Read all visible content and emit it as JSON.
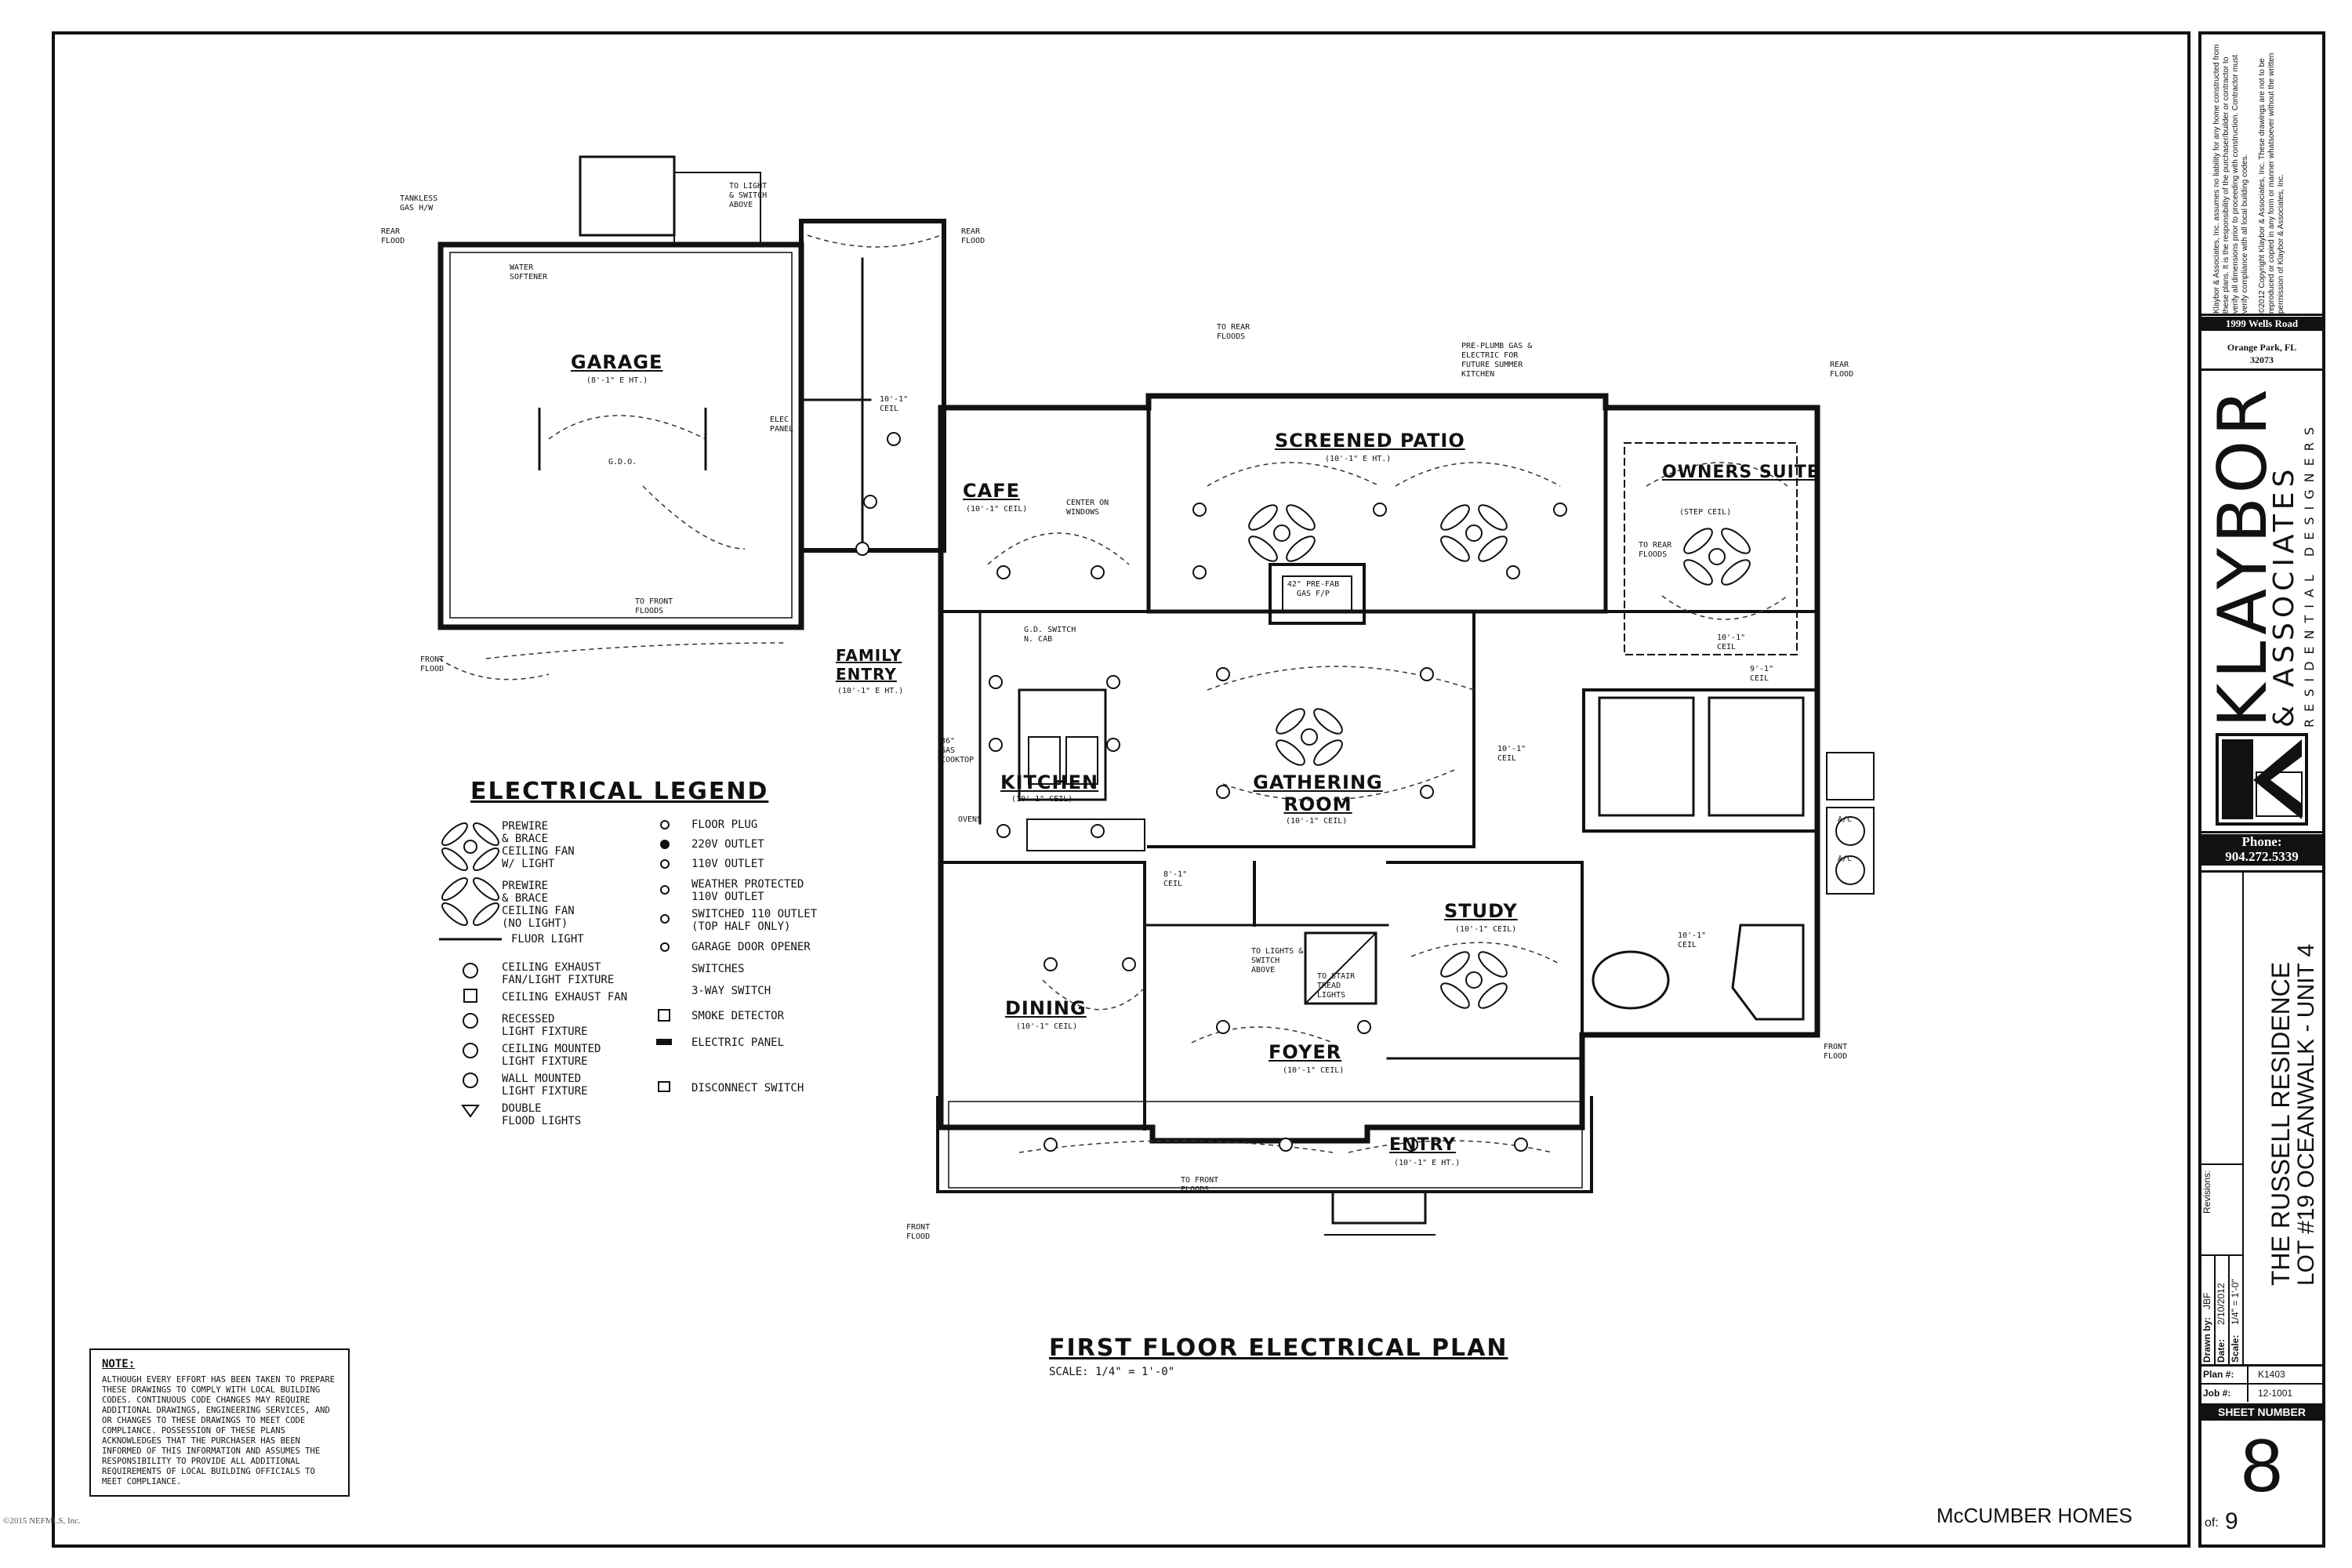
{
  "plan": {
    "title": "FIRST FLOOR ELECTRICAL PLAN",
    "scale": "SCALE: 1/4\" = 1'-0\"",
    "rooms": [
      {
        "name": "GARAGE",
        "sub": "(8'-1\" E HT.)"
      },
      {
        "name": "SCREENED PATIO",
        "sub": "(10'-1\" E HT.)"
      },
      {
        "name": "OWNERS SUITE",
        "sub": "(STEP CEIL)"
      },
      {
        "name": "CAFE",
        "sub": "(10'-1\" CEIL)"
      },
      {
        "name": "FAMILY ENTRY",
        "sub": "(10'-1\" E HT.)"
      },
      {
        "name": "KITCHEN",
        "sub": "(10'-1\" CEIL)"
      },
      {
        "name": "GATHERING ROOM",
        "sub": "(10'-1\" CEIL)"
      },
      {
        "name": "STUDY",
        "sub": "(10'-1\" CEIL)"
      },
      {
        "name": "DINING",
        "sub": "(10'-1\" CEIL)"
      },
      {
        "name": "FOYER",
        "sub": "(10'-1\" CEIL)"
      },
      {
        "name": "ENTRY",
        "sub": "(10'-1\" E HT.)"
      }
    ],
    "annotations": {
      "tankless": "TANKLESS GAS H/W",
      "water_softener": "WATER SOFTENER",
      "rear_flood": "REAR FLOOD",
      "front_flood": "FRONT FLOOD",
      "gdo": "G.D.O.",
      "to_front_floods": "TO FRONT FLOODS",
      "to_rear_floods": "TO REAR FLOODS",
      "to_light_switch": "TO LIGHT & SWITCH ABOVE",
      "elec_panel": "ELEC PANEL",
      "ceil_10": "10'-1\" CEIL",
      "ceil_8": "8'-1\" CEIL",
      "ceil_9": "9'-1\" CEIL",
      "center_on_windows": "CENTER ON WINDOWS",
      "gd_switch": "G.D. SWITCH N. CAB",
      "gas_cooktop": "36\" GAS COOKTOP",
      "ovens": "OVENS",
      "prefab_gas": "42\" PRE-FAB GAS F/P",
      "pre_plumb": "PRE-PLUMB GAS & ELECTRIC FOR FUTURE SUMMER KITCHEN",
      "to_lights_switch": "TO LIGHTS & SWITCH ABOVE",
      "to_stair_tread": "TO STAIR TREAD LIGHTS",
      "ac": "A/C"
    }
  },
  "legend": {
    "title": "ELECTRICAL LEGEND",
    "left_items": [
      "PREWIRE\n& BRACE\nCEILING FAN\nW/ LIGHT",
      "PREWIRE\n& BRACE\nCEILING FAN\n(NO LIGHT)",
      "FLUOR LIGHT",
      "CEILING EXHAUST\nFAN/LIGHT FIXTURE",
      "CEILING EXHAUST FAN",
      "RECESSED\nLIGHT FIXTURE",
      "CEILING MOUNTED\nLIGHT FIXTURE",
      "WALL MOUNTED\nLIGHT FIXTURE",
      "DOUBLE\nFLOOD LIGHTS"
    ],
    "right_items": [
      "FLOOR PLUG",
      "220V OUTLET",
      "110V OUTLET",
      "WEATHER PROTECTED\n110V OUTLET",
      "SWITCHED 110 OUTLET\n(TOP HALF ONLY)",
      "GARAGE DOOR OPENER",
      "SWITCHES",
      "3-WAY SWITCH",
      "SMOKE DETECTOR",
      "ELECTRIC PANEL",
      "DISCONNECT SWITCH"
    ]
  },
  "note": {
    "heading": "NOTE:",
    "body": "Although every effort has been taken to prepare these drawings to comply with local building codes. Continuous code changes may require additional drawings, engineering services, and or changes to these drawings to meet code compliance. Possession of these plans acknowledges that the purchaser has been informed of this information and assumes the responsibility to provide all additional requirements of local building officials to meet compliance."
  },
  "footer": {
    "builder": "McCUMBER HOMES",
    "watermark": "©2015 NEFMLS, Inc."
  },
  "title_block": {
    "disclaimer_1": "Klaybor & Associates, Inc. assumes no liability for any home constructed from these plans. It is the responsibility of the purchaser/builder or contractor to verify all dimensions prior to proceeding with construction. Contractor must verify compliance with all local building codes.",
    "disclaimer_2": "©2012 Copyright Klaybor & Associates, Inc. These drawings are not to be reproduced or copied in any form or manner whatsoever without the written permission of Klaybor & Associates, Inc.",
    "address_1": "1999 Wells Road",
    "address_2": "Orange Park, FL",
    "address_3": "32073",
    "company": "KLAYBOR",
    "company_2": "& ASSOCIATES",
    "tagline": "RESIDENTIAL DESIGNERS",
    "phone_label": "Phone:",
    "phone": "904.272.5339",
    "project_1": "THE RUSSELL RESIDENCE",
    "project_2": "LOT #19 OCEANWALK - UNIT 4",
    "revisions_label": "Revisions:",
    "drawn_by_label": "Drawn by:",
    "drawn_by": "JBF",
    "date_label": "Date:",
    "date": "2/10/2012",
    "scale_label": "Scale:",
    "scale": "1/4\" = 1'-0\"",
    "plan_label": "Plan #:",
    "plan_no": "K1403",
    "job_label": "Job #:",
    "job_no": "12-1001",
    "sheet_label": "SHEET NUMBER",
    "sheet": "8",
    "of_label": "of:",
    "of": "9"
  }
}
